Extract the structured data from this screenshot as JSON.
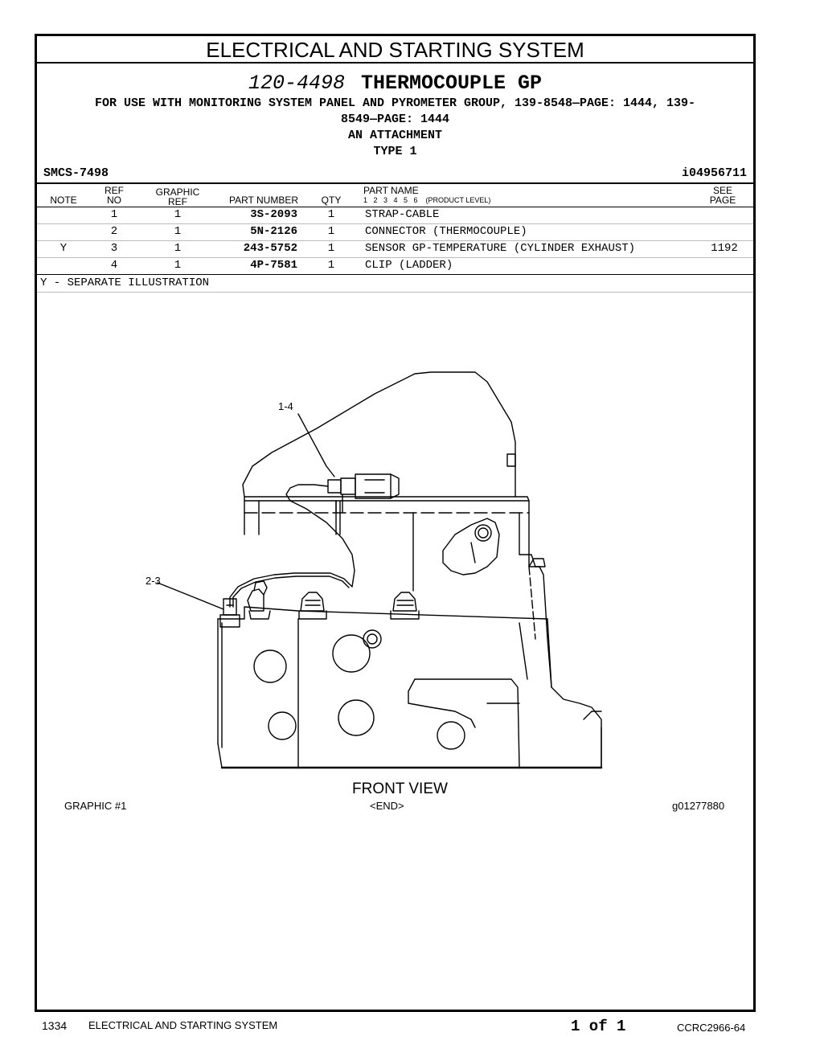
{
  "section_title": "ELECTRICAL AND STARTING SYSTEM",
  "title": {
    "part_number": "120-4498",
    "name": "THERMOCOUPLE GP"
  },
  "description": [
    "FOR USE WITH MONITORING SYSTEM PANEL AND PYROMETER GROUP, 139-8548—PAGE: 1444, 139-",
    "8549—PAGE: 1444",
    "AN ATTACHMENT",
    "TYPE 1"
  ],
  "smcs": "SMCS-7498",
  "info_id": "i04956711",
  "columns": {
    "note": "NOTE",
    "ref_no": [
      "REF",
      "NO"
    ],
    "graphic_ref": [
      "GRAPHIC",
      "REF"
    ],
    "part_number": "PART NUMBER",
    "qty": "QTY",
    "part_name": "PART NAME",
    "levels": "1   2   3   4   5   6    (PRODUCT LEVEL)",
    "see_page": [
      "SEE",
      "PAGE"
    ]
  },
  "rows": [
    {
      "note": "",
      "ref_no": "1",
      "graphic_ref": "1",
      "part_number": "3S-2093",
      "qty": "1",
      "part_name": "STRAP-CABLE",
      "see_page": ""
    },
    {
      "note": "",
      "ref_no": "2",
      "graphic_ref": "1",
      "part_number": "5N-2126",
      "qty": "1",
      "part_name": "CONNECTOR (THERMOCOUPLE)",
      "see_page": ""
    },
    {
      "note": "Y",
      "ref_no": "3",
      "graphic_ref": "1",
      "part_number": "243-5752",
      "qty": "1",
      "part_name": "SENSOR GP-TEMPERATURE (CYLINDER EXHAUST)",
      "see_page": "1192"
    },
    {
      "note": "",
      "ref_no": "4",
      "graphic_ref": "1",
      "part_number": "4P-7581",
      "qty": "1",
      "part_name": "CLIP (LADDER)",
      "see_page": ""
    }
  ],
  "legend_note": "Y - SEPARATE ILLUSTRATION",
  "illustration": {
    "callout_1": "1-4",
    "callout_2": "2-3",
    "view_label": "FRONT VIEW",
    "graphic_label": "GRAPHIC #1",
    "end_label": "<END>",
    "graphic_id": "g01277880"
  },
  "footer": {
    "page_number": "1334",
    "section": "ELECTRICAL AND STARTING SYSTEM",
    "page_of": "1 of 1",
    "doc_id": "CCRC2966-64"
  }
}
